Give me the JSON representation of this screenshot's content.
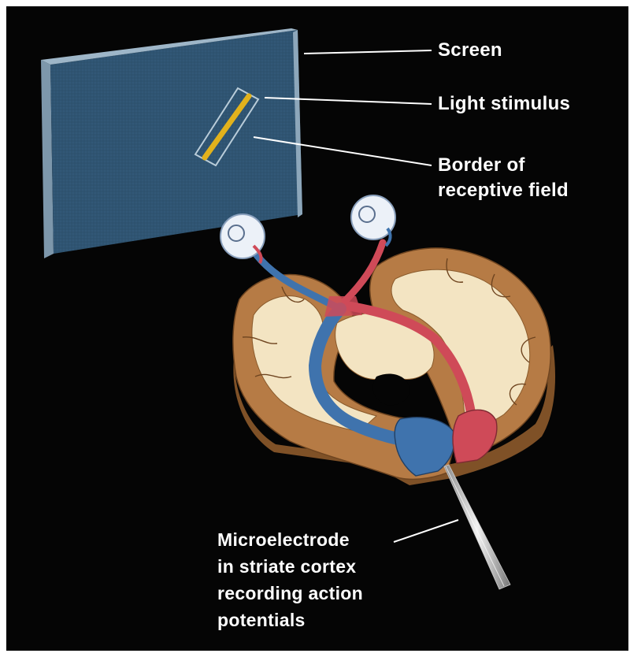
{
  "labels": {
    "screen": "Screen",
    "light_stimulus": "Light stimulus",
    "border_line1": "Border of",
    "border_line2": "receptive field",
    "micro_line1": "Microelectrode",
    "micro_line2": "in striate cortex",
    "micro_line3": "recording action",
    "micro_line4": "potentials"
  },
  "colors": {
    "background": "#050505",
    "screen": "#2f5472",
    "stimulus": "#e2b21c",
    "blue_pathway": "#3f73ad",
    "red_pathway": "#cf4a58",
    "gray_matter": "#b67b45",
    "white_matter": "#f3e4c2"
  }
}
